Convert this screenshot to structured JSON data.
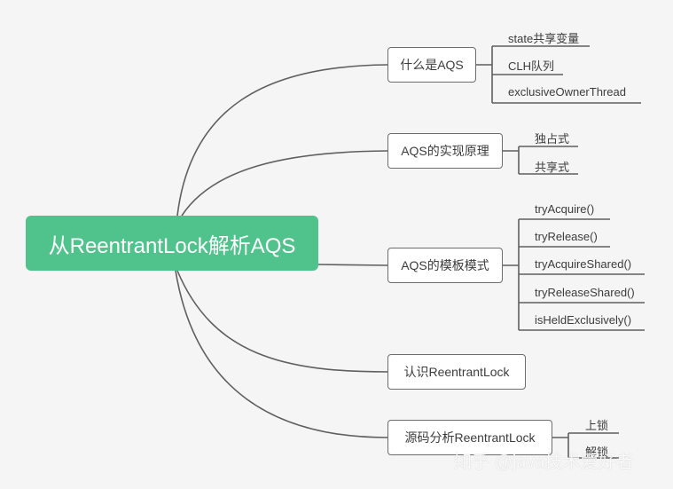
{
  "root": {
    "label": "从ReentrantLock解析AQS"
  },
  "branches": [
    {
      "label": "什么是AQS",
      "children": [
        "state共享变量",
        "CLH队列",
        "exclusiveOwnerThread"
      ]
    },
    {
      "label": "AQS的实现原理",
      "children": [
        "独占式",
        "共享式"
      ]
    },
    {
      "label": "AQS的模板模式",
      "children": [
        "tryAcquire()",
        "tryRelease()",
        "tryAcquireShared()",
        "tryReleaseShared()",
        "isHeldExclusively()"
      ]
    },
    {
      "label": "认识ReentrantLock",
      "children": []
    },
    {
      "label": "源码分析ReentrantLock",
      "children": [
        "上锁",
        "解锁"
      ]
    }
  ],
  "watermark": "知乎 @java技术爱好者",
  "colors": {
    "root_bg": "#4fc38b",
    "line": "#5f5f5f",
    "background": "#f5f5f5"
  }
}
